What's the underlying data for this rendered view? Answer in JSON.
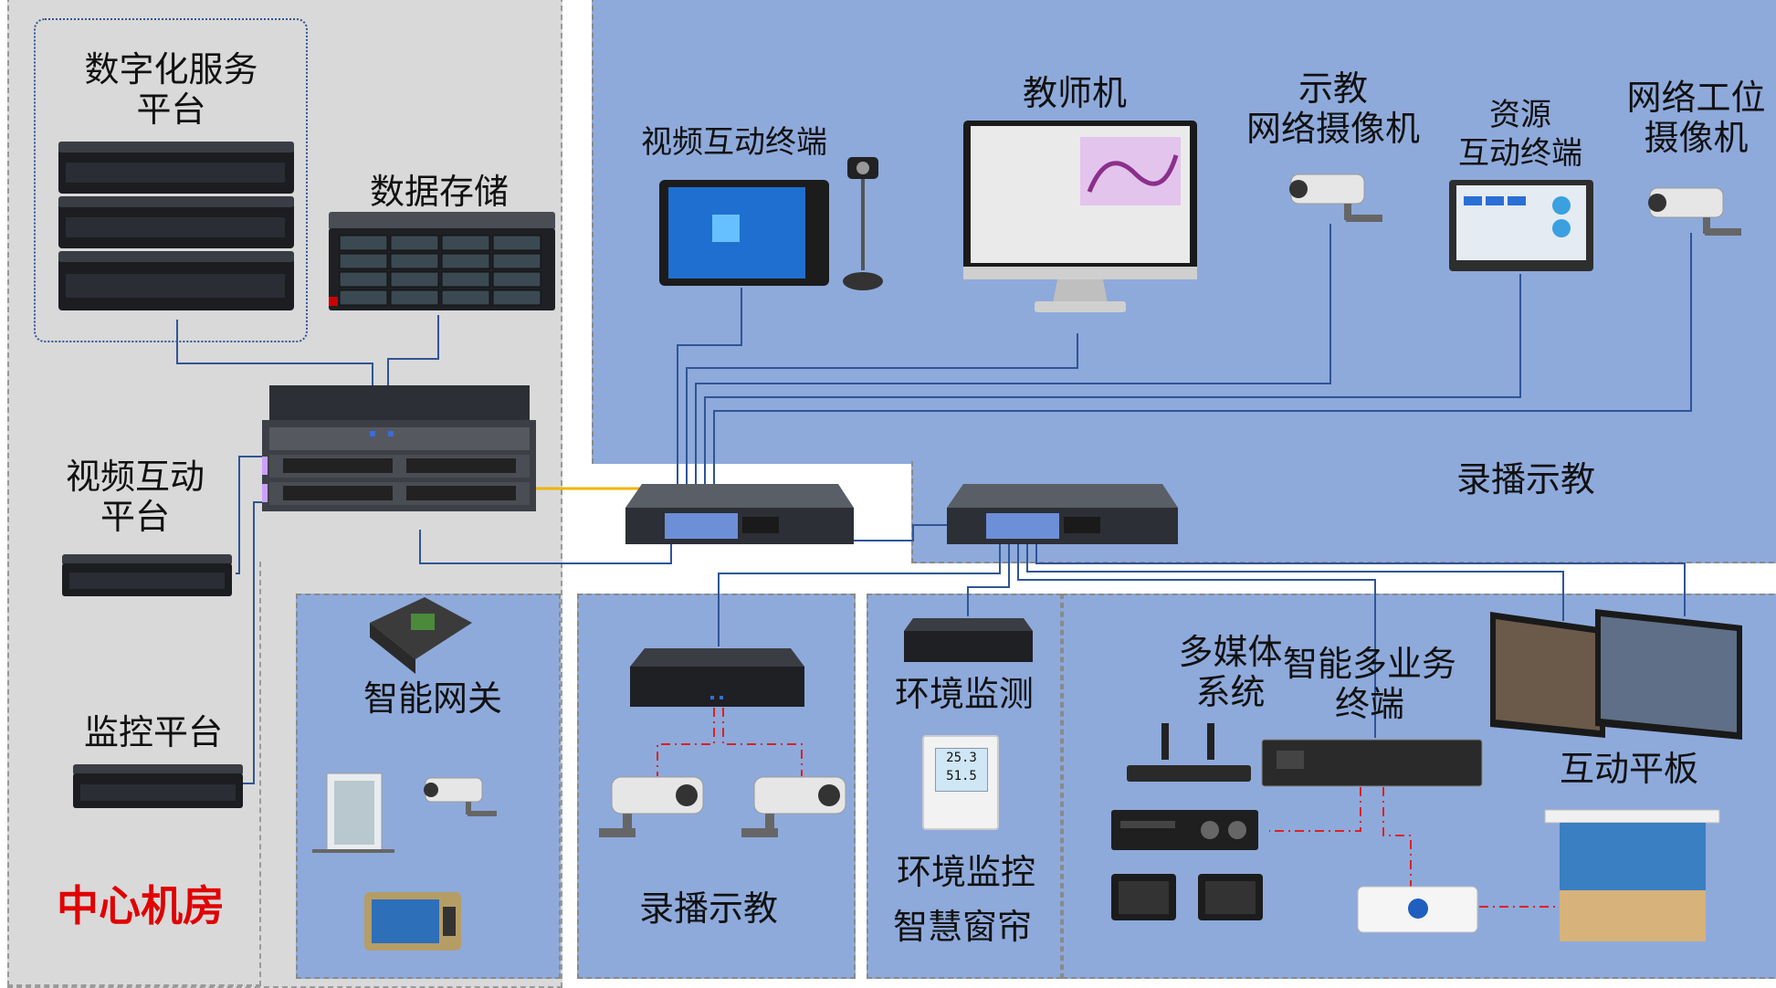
{
  "zones": {
    "center": "中心机房",
    "recording_top": "录播示教"
  },
  "labels": {
    "digital_platform": "数字化服务平台",
    "data_storage": "数据存储",
    "video_platform": "视频互动平台",
    "monitor_platform": "监控平台",
    "video_terminal": "视频互动终端",
    "teacher_pc": "教师机",
    "teach_camera": "示教网络摄像机",
    "resource_terminal": "资源互动终端",
    "station_camera": "网络工位摄像机",
    "smart_gateway": "智能网关",
    "recording_bottom": "录播示教",
    "env_monitor": "环境监测",
    "env_control": "环境监控",
    "smart_curtain": "智慧窗帘",
    "multimedia": "多媒体系统",
    "smart_terminal": "智能多业务终端",
    "interactive_panel": "互动平板"
  },
  "device_text": {
    "sensor_reading_1": "25.3",
    "sensor_reading_2": "51.5"
  },
  "colors": {
    "center_bg": "#d9d9d9",
    "zone_bg": "#8eaadb",
    "wire_blue": "#2f5597",
    "wire_yellow": "#f0b400",
    "wire_red": "#e02020",
    "label_red": "#e00000"
  }
}
